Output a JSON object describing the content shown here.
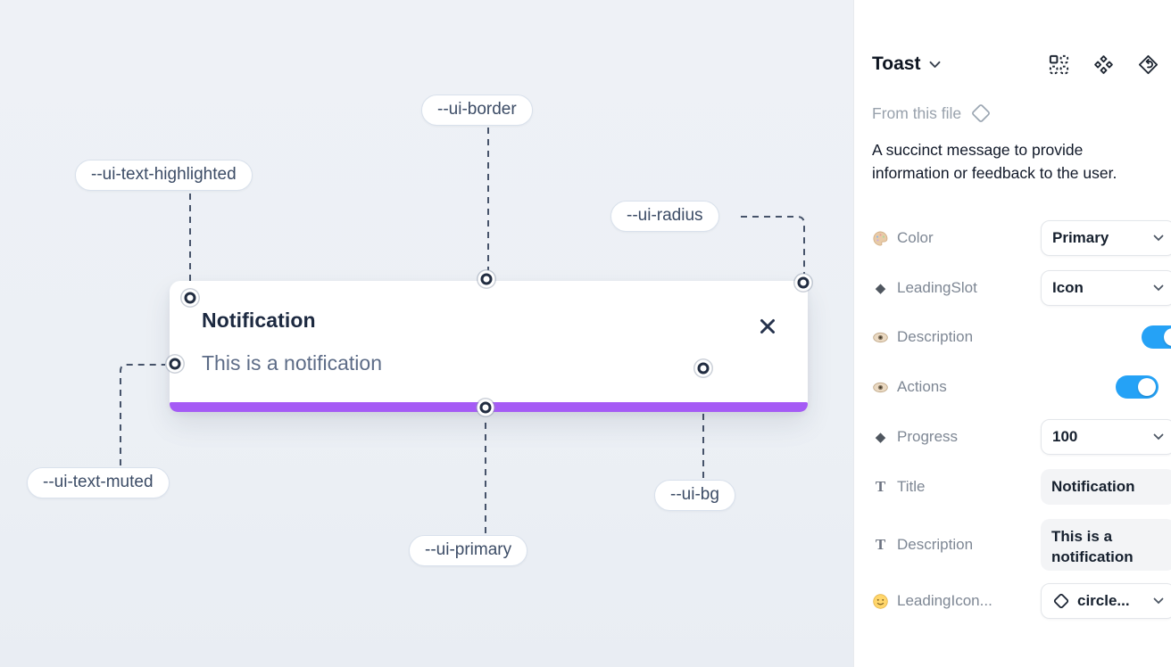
{
  "canvas": {
    "toast": {
      "title": "Notification",
      "description": "This is a notification",
      "close_icon": "x-icon",
      "progress_color": "#a55bf5"
    },
    "labels": [
      {
        "id": "ui-border",
        "text": "--ui-border"
      },
      {
        "id": "ui-text-highlighted",
        "text": "--ui-text-highlighted"
      },
      {
        "id": "ui-radius",
        "text": "--ui-radius"
      },
      {
        "id": "ui-text-muted",
        "text": "--ui-text-muted"
      },
      {
        "id": "ui-primary",
        "text": "--ui-primary"
      },
      {
        "id": "ui-bg",
        "text": "--ui-bg"
      }
    ]
  },
  "panel": {
    "title": "Toast",
    "source_label": "From this file",
    "description": "A succinct message to provide information or feedback to the user.",
    "header_icons": [
      "variant-grid-icon",
      "component-icon",
      "return-to-instance-icon"
    ],
    "properties": [
      {
        "icon": "palette-icon",
        "label": "Color",
        "control": "dropdown",
        "value": "Primary"
      },
      {
        "icon": "diamond-icon",
        "label": "LeadingSlot",
        "control": "dropdown",
        "value": "Icon"
      },
      {
        "icon": "eye-icon",
        "label": "Description",
        "control": "toggle",
        "enabled": true
      },
      {
        "icon": "eye-icon",
        "label": "Actions",
        "control": "toggle",
        "enabled": true
      },
      {
        "icon": "diamond-icon",
        "label": "Progress",
        "control": "dropdown",
        "value": "100"
      },
      {
        "icon": "text-icon",
        "label": "Title",
        "control": "textfield",
        "value": "Notification"
      },
      {
        "icon": "text-icon",
        "label": "Description",
        "control": "textfield",
        "value": "This is a notification"
      },
      {
        "icon": "smiley-icon",
        "label": "LeadingIcon...",
        "control": "icon-dropdown",
        "value": "circle..."
      }
    ],
    "colors": {
      "toggle_on": "#25a2f6",
      "accent_primary": "#a55bf5"
    }
  }
}
